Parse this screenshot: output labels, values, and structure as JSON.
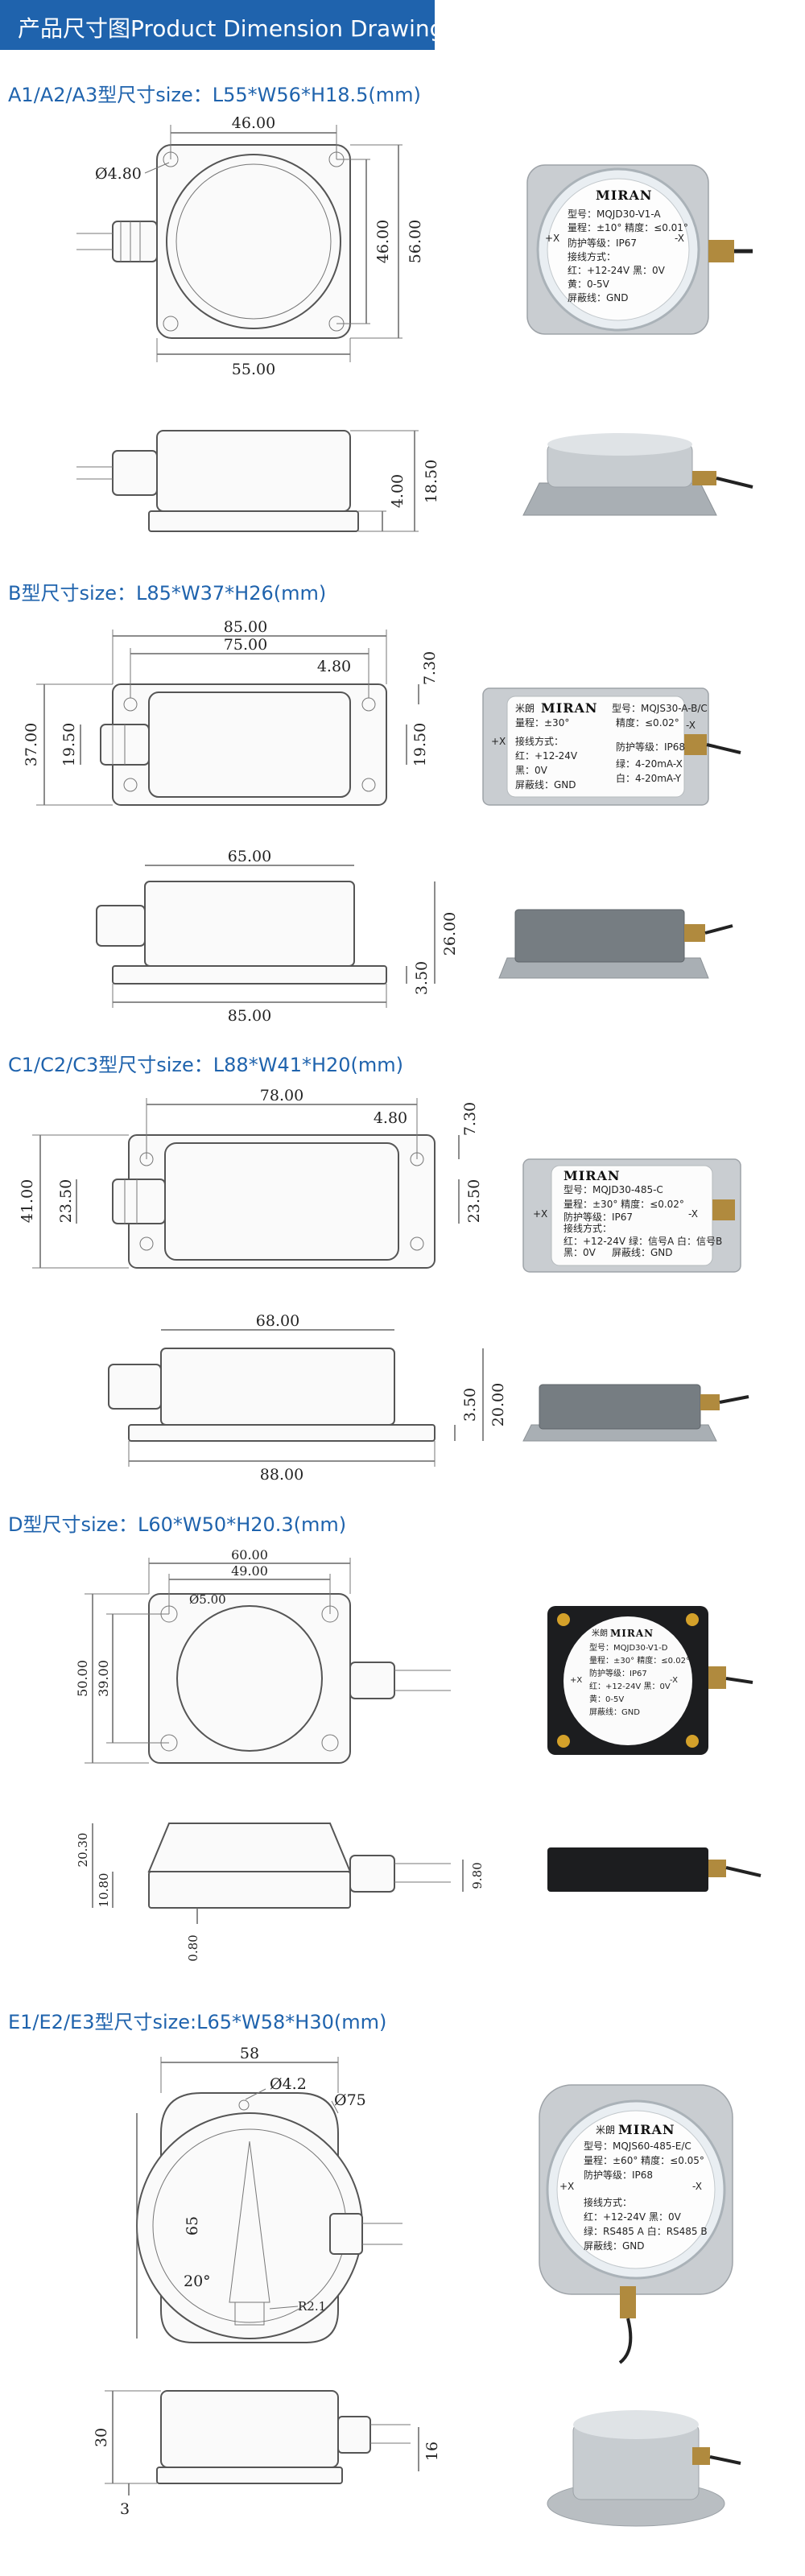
{
  "header": {
    "title": "产品尺寸图Product Dimension Drawing"
  },
  "sections": [
    {
      "title": "A1/A2/A3型尺寸size：L55*W56*H18.5(mm)",
      "top_dims": [
        "46.00",
        "Ø4.80",
        "56.00",
        "46.00",
        "55.00"
      ],
      "side_dims": [
        "4.00",
        "18.50"
      ],
      "label": {
        "brand": "MIRAN",
        "lines": [
          "型号：MQJD30-V1-A",
          "量程：±10° 精度：≤0.01°",
          "防护等级：IP67",
          "接线方式：",
          "红：+12-24V 黑：0V",
          "黄：0-5V",
          "屏蔽线：GND"
        ],
        "axis_plus": "+X",
        "axis_minus": "-X"
      }
    },
    {
      "title": "B型尺寸size：L85*W37*H26(mm)",
      "top_dims": [
        "85.00",
        "75.00",
        "4.80",
        "7.30",
        "37.00",
        "19.50",
        "19.50"
      ],
      "side_dims": [
        "65.00",
        "3.50",
        "26.00",
        "85.00"
      ],
      "label": {
        "brand": "MIRAN",
        "lines": [
          "米朗",
          "型号：MQJS30-A-B/C",
          "量程：±30°",
          "精度：≤0.02°",
          "接线方式：",
          "防护等级：IP68",
          "红：+12-24V",
          "绿：4-20mA-X",
          "黑：0V",
          "白：4-20mA-Y",
          "屏蔽线：GND"
        ],
        "axis_plus": "+X",
        "axis_minus": "-X"
      }
    },
    {
      "title": "C1/C2/C3型尺寸size：L88*W41*H20(mm)",
      "top_dims": [
        "78.00",
        "4.80",
        "7.30",
        "41.00",
        "23.50",
        "23.50"
      ],
      "side_dims": [
        "68.00",
        "3.50",
        "20.00",
        "88.00"
      ],
      "label": {
        "brand": "MIRAN",
        "lines": [
          "型号：MQJD30-485-C",
          "量程：±30° 精度：≤0.02°",
          "防护等级：IP67",
          "接线方式：",
          "红：+12-24V 绿：信号A 白：信号B",
          "黑：0V",
          "屏蔽线：GND"
        ],
        "axis_plus": "+X",
        "axis_minus": "-X"
      }
    },
    {
      "title": "D型尺寸size：L60*W50*H20.3(mm)",
      "top_dims": [
        "60.00",
        "49.00",
        "Ø5.00",
        "50.00",
        "39.00"
      ],
      "side_dims": [
        "20.30",
        "10.80",
        "9.80",
        "0.80"
      ],
      "label": {
        "brand": "MIRAN",
        "lines": [
          "米朗",
          "型号：MQJD30-V1-D",
          "量程：±30° 精度：≤0.02°",
          "防护等级：IP67",
          "红：+12-24V 黑：0V",
          "黄：0-5V",
          "屏蔽线：GND"
        ],
        "axis_plus": "+X",
        "axis_minus": "-X"
      }
    },
    {
      "title": "E1/E2/E3型尺寸size:L65*W58*H30(mm)",
      "top_dims": [
        "58",
        "Ø4.2",
        "Ø75",
        "65",
        "20°",
        "R2.1"
      ],
      "side_dims": [
        "30",
        "16",
        "3"
      ],
      "label": {
        "brand": "MIRAN",
        "lines": [
          "米朗",
          "型号：MQJS60-485-E/C",
          "量程：±60° 精度：≤0.05°",
          "防护等级：IP68",
          "接线方式：",
          "红：+12-24V 黑：0V",
          "绿：RS485 A 白：RS485 B",
          "屏蔽线：GND"
        ],
        "axis_plus": "+X",
        "axis_minus": "-X"
      }
    }
  ]
}
